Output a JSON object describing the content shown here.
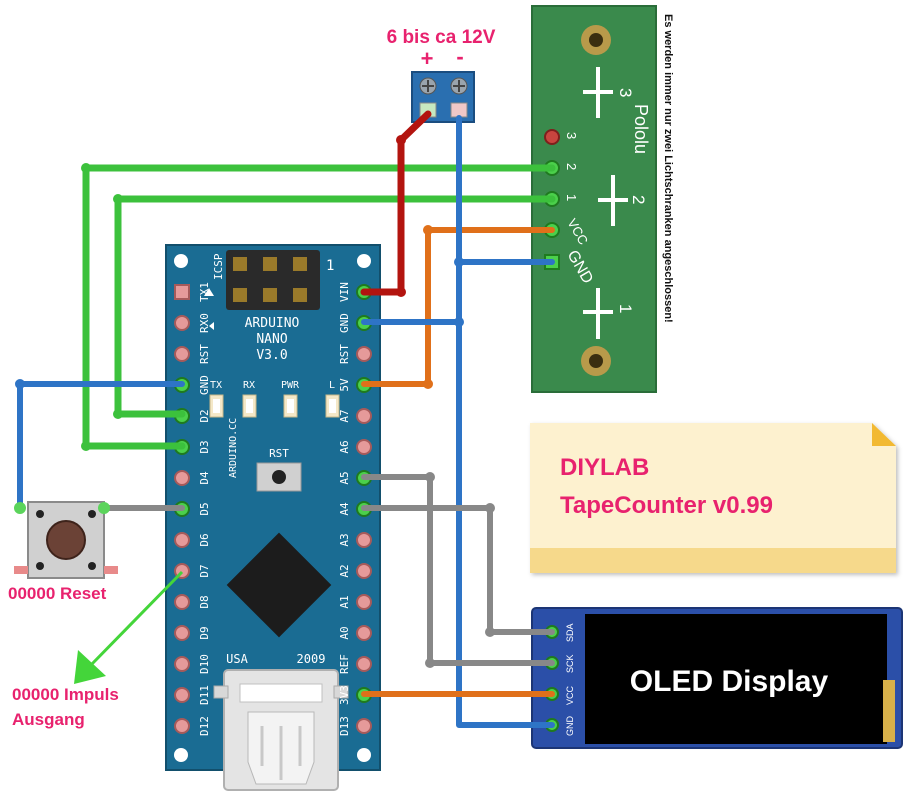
{
  "power": {
    "label": "6 bis ca 12V",
    "plus": "+",
    "minus": "-"
  },
  "sensor_board": {
    "note": "Es werden immer nur zwei Lichtschranken angeschlossen!",
    "title": "Pololu",
    "pins": [
      "3",
      "2",
      "1",
      "VCC",
      "GND"
    ],
    "sensor_numbers": [
      "3",
      "2",
      "1"
    ]
  },
  "nano": {
    "name_lines": [
      "ARDUINO",
      "NANO",
      "V3.0"
    ],
    "icsp": "ICSP",
    "icsp_pin1": "1",
    "site": "ARDUINO.CC",
    "leds": [
      "TX",
      "RX",
      "PWR",
      "L"
    ],
    "rst_button": "RST",
    "usb": "USA",
    "year": "2009",
    "left_pins": [
      "TX1",
      "RX0",
      "RST",
      "GND",
      "D2",
      "D3",
      "D4",
      "D5",
      "D6",
      "D7",
      "D8",
      "D9",
      "D10",
      "D11",
      "D12"
    ],
    "right_pins": [
      "VIN",
      "GND",
      "RST",
      "5V",
      "A7",
      "A6",
      "A5",
      "A4",
      "A3",
      "A2",
      "A1",
      "A0",
      "REF",
      "3V3",
      "D13"
    ]
  },
  "note_card": {
    "line1": "DIYLAB",
    "line2": "TapeCounter v0.99"
  },
  "oled": {
    "label": "OLED Display",
    "pins": [
      "SDA",
      "SCK",
      "VCC",
      "GND"
    ]
  },
  "reset_label": "00000 Reset",
  "impulse_label_line1": "00000 Impuls",
  "impulse_label_line2": "Ausgang",
  "colors": {
    "wire_green": "#3cc13c",
    "wire_blue": "#2e74c6",
    "wire_orange": "#e0701a",
    "wire_red": "#b3140f",
    "wire_gray": "#888888",
    "nano_board": "#1a6c93",
    "sensor_board": "#3a8a4c",
    "oled_board": "#2b4fa8",
    "terminal": "#2a6fb0",
    "label_pink": "#e8226e",
    "arrow_green": "#44d53a",
    "note_fill": "#fdf1cf"
  }
}
